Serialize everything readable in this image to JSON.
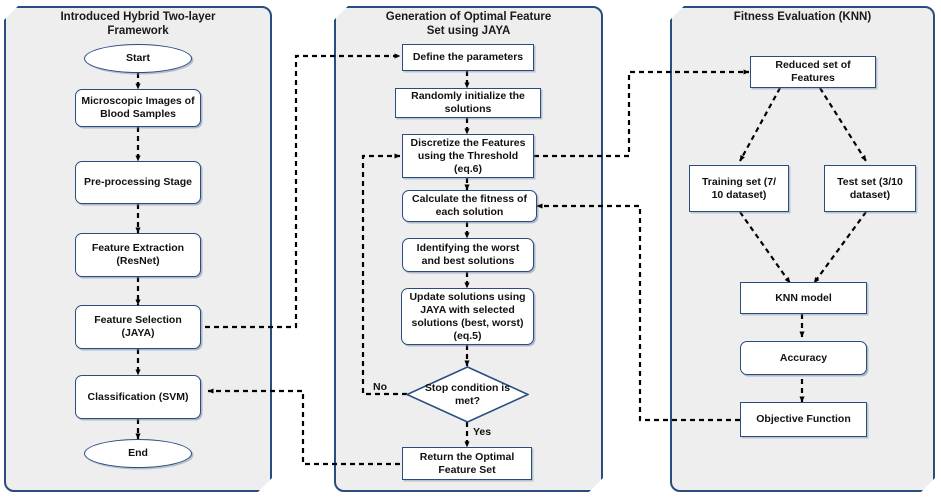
{
  "diagram": {
    "title": "Introduced Hybrid Two-layer Framework with JAYA feature selection and KNN fitness evaluation",
    "panels": [
      {
        "id": "framework",
        "title_line1": "Introduced Hybrid Two-layer",
        "title_line2": "Framework",
        "nodes": [
          {
            "id": "start",
            "label": "Start",
            "shape": "terminator"
          },
          {
            "id": "microscopic-images",
            "label": "Microscopic Images of\nBlood Samples",
            "shape": "rounded-rect"
          },
          {
            "id": "preprocessing",
            "label": "Pre-processing Stage",
            "shape": "rounded-rect"
          },
          {
            "id": "feature-extraction",
            "label": "Feature Extraction\n(ResNet)",
            "shape": "rounded-rect"
          },
          {
            "id": "feature-selection",
            "label": "Feature Selection\n(JAYA)",
            "shape": "rounded-rect"
          },
          {
            "id": "classification",
            "label": "Classification (SVM)",
            "shape": "rounded-rect"
          },
          {
            "id": "end",
            "label": "End",
            "shape": "terminator"
          }
        ]
      },
      {
        "id": "jaya",
        "title_line1": "Generation of Optimal Feature",
        "title_line2": "Set using JAYA",
        "nodes": [
          {
            "id": "define-parameters",
            "label": "Define the parameters",
            "shape": "rect"
          },
          {
            "id": "randomly-initialize",
            "label": "Randomly initialize the\nsolutions",
            "shape": "rect"
          },
          {
            "id": "discretize",
            "label": "Discretize the Features\nusing the Threshold\n(eq.6)",
            "shape": "rect"
          },
          {
            "id": "calculate-fitness",
            "label": "Calculate the fitness of\neach solution",
            "shape": "rounded-rect"
          },
          {
            "id": "identify-worst-best",
            "label": "Identifying the worst\nand best solutions",
            "shape": "rounded-rect"
          },
          {
            "id": "update-solutions",
            "label": "Update solutions using\nJAYA with selected\nsolutions (best, worst)\n(eq.5)",
            "shape": "rounded-rect"
          },
          {
            "id": "stop-condition",
            "label": "Stop condition is\nmet?",
            "shape": "diamond"
          },
          {
            "id": "return-optimal",
            "label": "Return the Optimal\nFeature Set",
            "shape": "rect"
          }
        ],
        "edge_labels": [
          {
            "id": "no-label",
            "text": "No"
          },
          {
            "id": "yes-label",
            "text": "Yes"
          }
        ]
      },
      {
        "id": "knn",
        "title_line1": "Fitness Evaluation (KNN)",
        "title_line2": "",
        "nodes": [
          {
            "id": "reduced-features",
            "label": "Reduced set of\nFeatures",
            "shape": "rect"
          },
          {
            "id": "training-set",
            "label": "Training set (7/\n10 dataset)",
            "shape": "rect"
          },
          {
            "id": "test-set",
            "label": "Test set (3/10\ndataset)",
            "shape": "rect"
          },
          {
            "id": "knn-model",
            "label": "KNN model",
            "shape": "rect"
          },
          {
            "id": "accuracy",
            "label": "Accuracy",
            "shape": "rounded-rect"
          },
          {
            "id": "objective",
            "label": "Objective Function",
            "shape": "rect"
          }
        ]
      }
    ],
    "colors": {
      "panel_border": "#2a4d80",
      "panel_fill": "#eeeeee",
      "node_border": "#2a4d80",
      "node_fill": "#ffffff",
      "connector": "#000000",
      "text": "#111111"
    }
  }
}
